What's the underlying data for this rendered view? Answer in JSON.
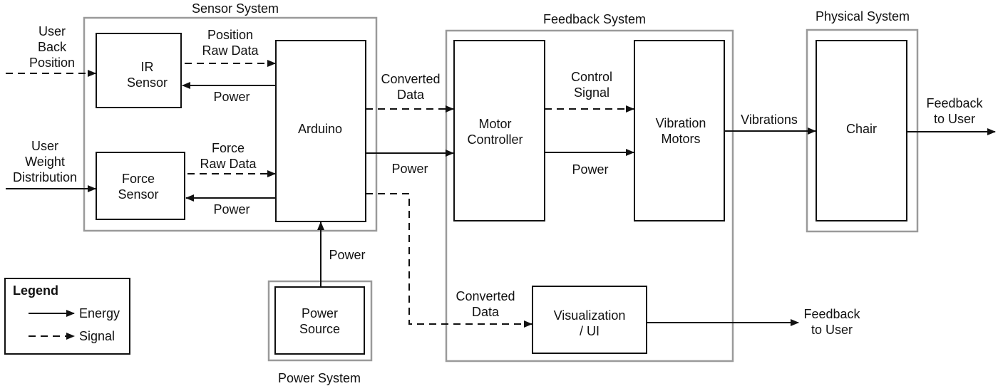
{
  "groups": {
    "sensor": "Sensor System",
    "feedback": "Feedback System",
    "physical": "Physical System",
    "power": "Power System"
  },
  "blocks": {
    "ir_sensor": "IR\nSensor",
    "force_sensor": "Force\nSensor",
    "arduino": "Arduino",
    "power_source": "Power\nSource",
    "motor_controller": "Motor\nController",
    "vibration_motors": "Vibration\nMotors",
    "visualization": "Visualization\n/ UI",
    "chair": "Chair"
  },
  "labels": {
    "user_back_position": "User\nBack\nPosition",
    "user_weight_distribution": "User\nWeight\nDistribution",
    "position_raw_data": "Position\nRaw Data",
    "power_ir": "Power",
    "force_raw_data": "Force\nRaw Data",
    "power_force": "Power",
    "power_source_arduino": "Power",
    "converted_data_top": "Converted\nData",
    "power_arduino_motor": "Power",
    "control_signal": "Control\nSignal",
    "power_motor_vibration": "Power",
    "vibrations": "Vibrations",
    "feedback_to_user_chair": "Feedback\nto User",
    "converted_data_bottom": "Converted\nData",
    "feedback_to_user_ui": "Feedback\nto User"
  },
  "legend": {
    "title": "Legend",
    "energy": "Energy",
    "signal": "Signal"
  }
}
